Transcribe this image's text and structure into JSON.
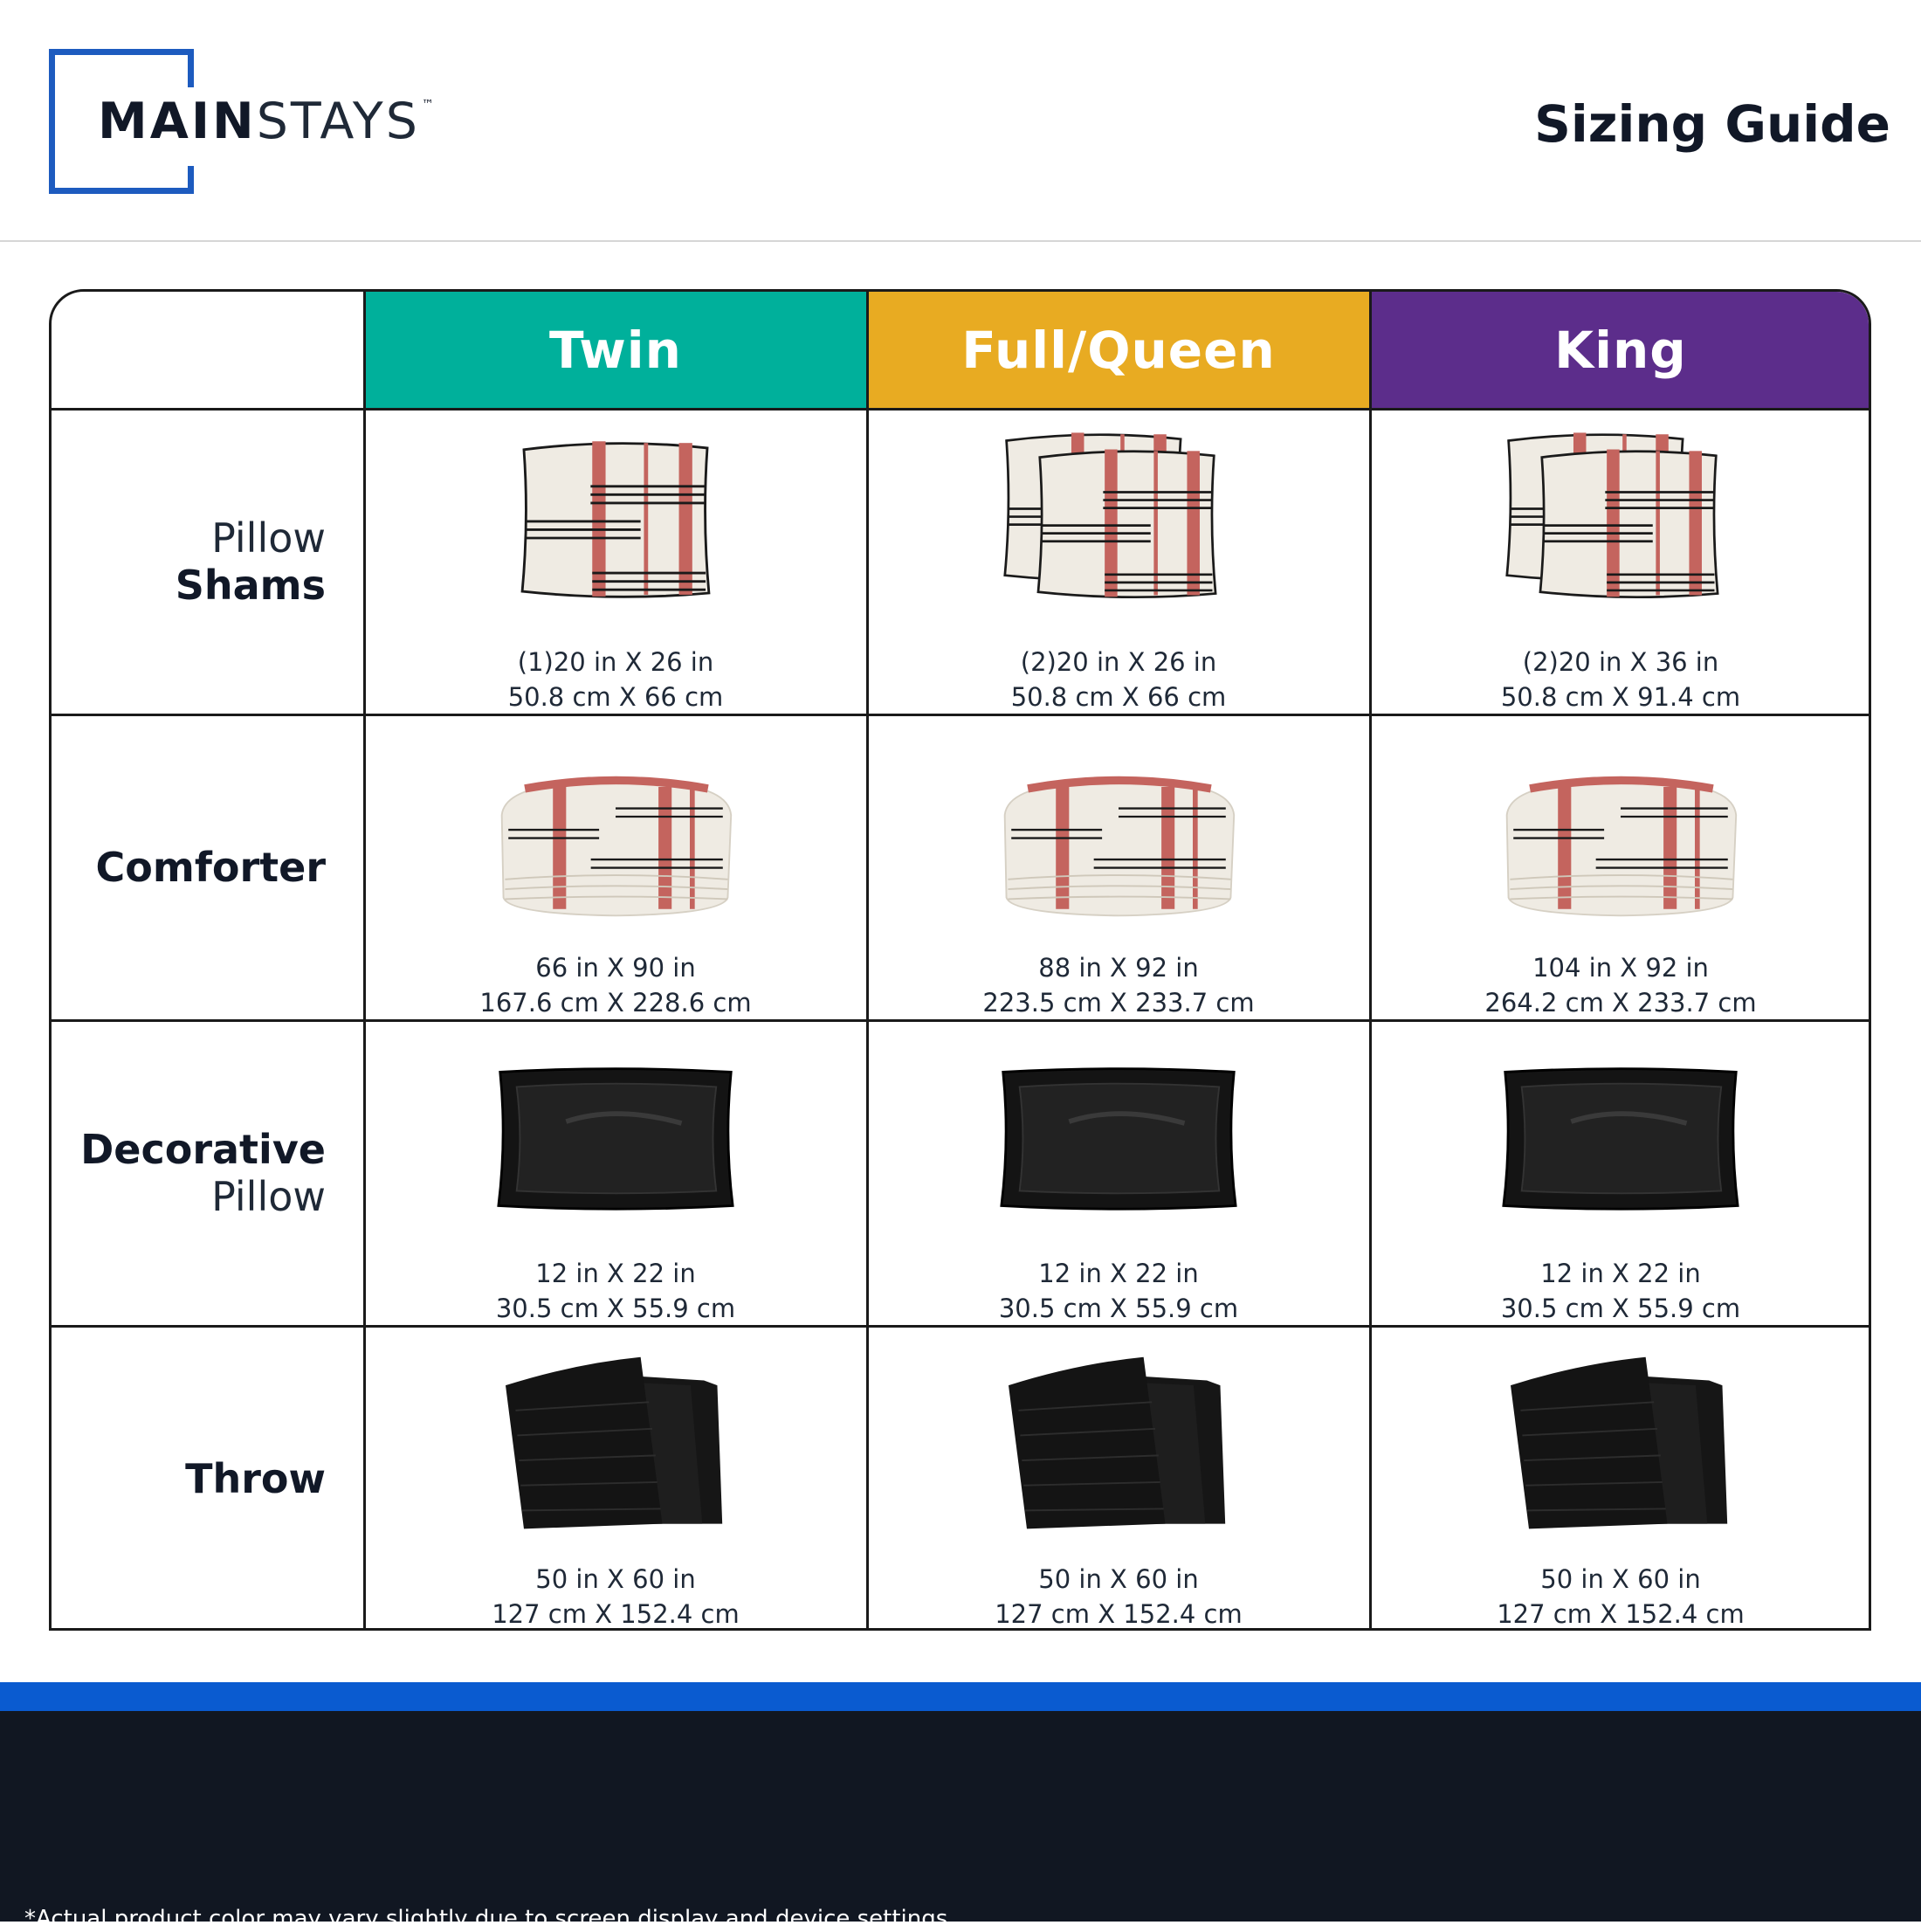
{
  "brand": {
    "main": "MAIN",
    "stays": "STAYS",
    "tm": "™"
  },
  "title": "Sizing Guide",
  "columns": [
    {
      "label": "Twin",
      "color": "#00b09b"
    },
    {
      "label": "Full/Queen",
      "color": "#e8ab22"
    },
    {
      "label": "King",
      "color": "#5c2d8b"
    }
  ],
  "rows": [
    {
      "label_light_top": "Pillow",
      "label_bold": "Shams",
      "label_light_bottom": "",
      "icon": "pillow-sham-icon",
      "cells": [
        {
          "line1": "(1)20 in X 26 in",
          "line2": "50.8 cm X 66 cm"
        },
        {
          "line1": "(2)20 in X 26 in",
          "line2": "50.8 cm X 66 cm"
        },
        {
          "line1": "(2)20 in X 36 in",
          "line2": "50.8 cm X 91.4 cm"
        }
      ]
    },
    {
      "label_light_top": "",
      "label_bold": "Comforter",
      "label_light_bottom": "",
      "icon": "comforter-icon",
      "cells": [
        {
          "line1": "66 in X 90 in",
          "line2": "167.6 cm X 228.6 cm"
        },
        {
          "line1": "88 in X 92 in",
          "line2": "223.5 cm X 233.7 cm"
        },
        {
          "line1": "104 in X 92 in",
          "line2": "264.2 cm X 233.7 cm"
        }
      ]
    },
    {
      "label_light_top": "",
      "label_bold": "Decorative",
      "label_light_bottom": "Pillow",
      "icon": "decorative-pillow-icon",
      "cells": [
        {
          "line1": "12 in X 22 in",
          "line2": "30.5 cm X 55.9 cm"
        },
        {
          "line1": "12 in X 22 in",
          "line2": "30.5 cm X 55.9 cm"
        },
        {
          "line1": "12 in X 22 in",
          "line2": "30.5 cm X 55.9 cm"
        }
      ]
    },
    {
      "label_light_top": "",
      "label_bold": "Throw",
      "label_light_bottom": "",
      "icon": "throw-blanket-icon",
      "cells": [
        {
          "line1": "50 in X 60 in",
          "line2": "127 cm X 152.4 cm"
        },
        {
          "line1": "50 in X 60 in",
          "line2": "127 cm X 152.4 cm"
        },
        {
          "line1": "50 in X 60 in",
          "line2": "127 cm X 152.4 cm"
        }
      ]
    }
  ],
  "disclaimer": "*Actual product color may vary slightly due to screen display and device settings.",
  "colors": {
    "logo_blue": "#1d5bbf",
    "footer_blue": "#0a5bd0",
    "footer_dark": "#111722",
    "stripe_red": "#c4645e"
  }
}
